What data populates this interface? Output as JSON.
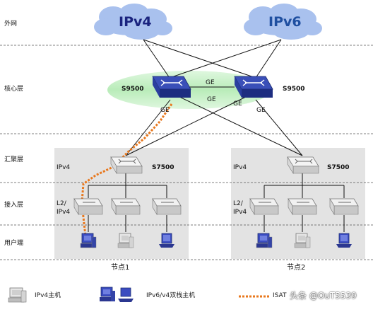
{
  "layers": {
    "external": "外网",
    "core": "核心层",
    "aggregation": "汇聚层",
    "access": "接入层",
    "user": "用户端"
  },
  "clouds": {
    "left": "IPv4",
    "right": "IPv6"
  },
  "core_switches": {
    "left": "S9500",
    "right": "S9500"
  },
  "links": {
    "ge1": "GE",
    "ge2": "GE",
    "ge3": "GE",
    "ge4": "GE",
    "ge5": "GE"
  },
  "nodes": [
    {
      "name": "节点1",
      "protocol": "IPv4",
      "switch": "S7500",
      "access_label_1": "L2/",
      "access_label_2": "IPv4"
    },
    {
      "name": "节点2",
      "protocol": "IPv4",
      "switch": "S7500",
      "access_label_1": "L2/",
      "access_label_2": "IPv4"
    }
  ],
  "legend": {
    "ipv4_host": "IPv4主机",
    "dual_stack_host": "IPv6/v4双栈主机",
    "isatap": "ISAT"
  },
  "watermark": "头条 @OuT5539",
  "colors": {
    "cloud": "#a9c1ee",
    "ipv4_text": "#1a237e",
    "ipv6_text": "#1f4fa0",
    "core_ellipse": "#c6f0c6",
    "core_switch": "#2b3f9f",
    "node_box": "#e3e3e3",
    "isatap_line": "#e8781e"
  }
}
